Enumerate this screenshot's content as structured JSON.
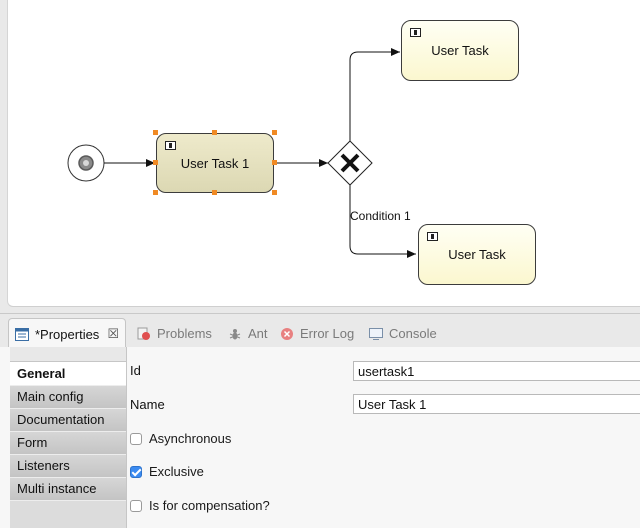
{
  "diagram": {
    "tasks": [
      {
        "label": "User Task 1"
      },
      {
        "label": "User Task"
      },
      {
        "label": "User Task"
      }
    ],
    "condition_label": "Condition 1"
  },
  "tabs": [
    {
      "label": "*Properties",
      "icon": "properties-icon"
    },
    {
      "label": "Problems",
      "icon": "problems-icon"
    },
    {
      "label": "Ant",
      "icon": "ant-icon"
    },
    {
      "label": "Error Log",
      "icon": "error-log-icon"
    },
    {
      "label": "Console",
      "icon": "console-icon"
    }
  ],
  "sidebar": {
    "items": [
      {
        "label": "General"
      },
      {
        "label": "Main config"
      },
      {
        "label": "Documentation"
      },
      {
        "label": "Form"
      },
      {
        "label": "Listeners"
      },
      {
        "label": "Multi instance"
      }
    ]
  },
  "properties": {
    "id_label": "Id",
    "id_value": "usertask1",
    "name_label": "Name",
    "name_value": "User Task 1",
    "asynchronous_label": "Asynchronous",
    "asynchronous_checked": false,
    "exclusive_label": "Exclusive",
    "exclusive_checked": true,
    "compensation_label": "Is for compensation?",
    "compensation_checked": false
  },
  "colors": {
    "selection_handle": "#f08a24",
    "checkbox_checked": "#3b8bf1",
    "task_fill": "#fbf7cf",
    "selected_task_fill": "#dcd8b3"
  }
}
